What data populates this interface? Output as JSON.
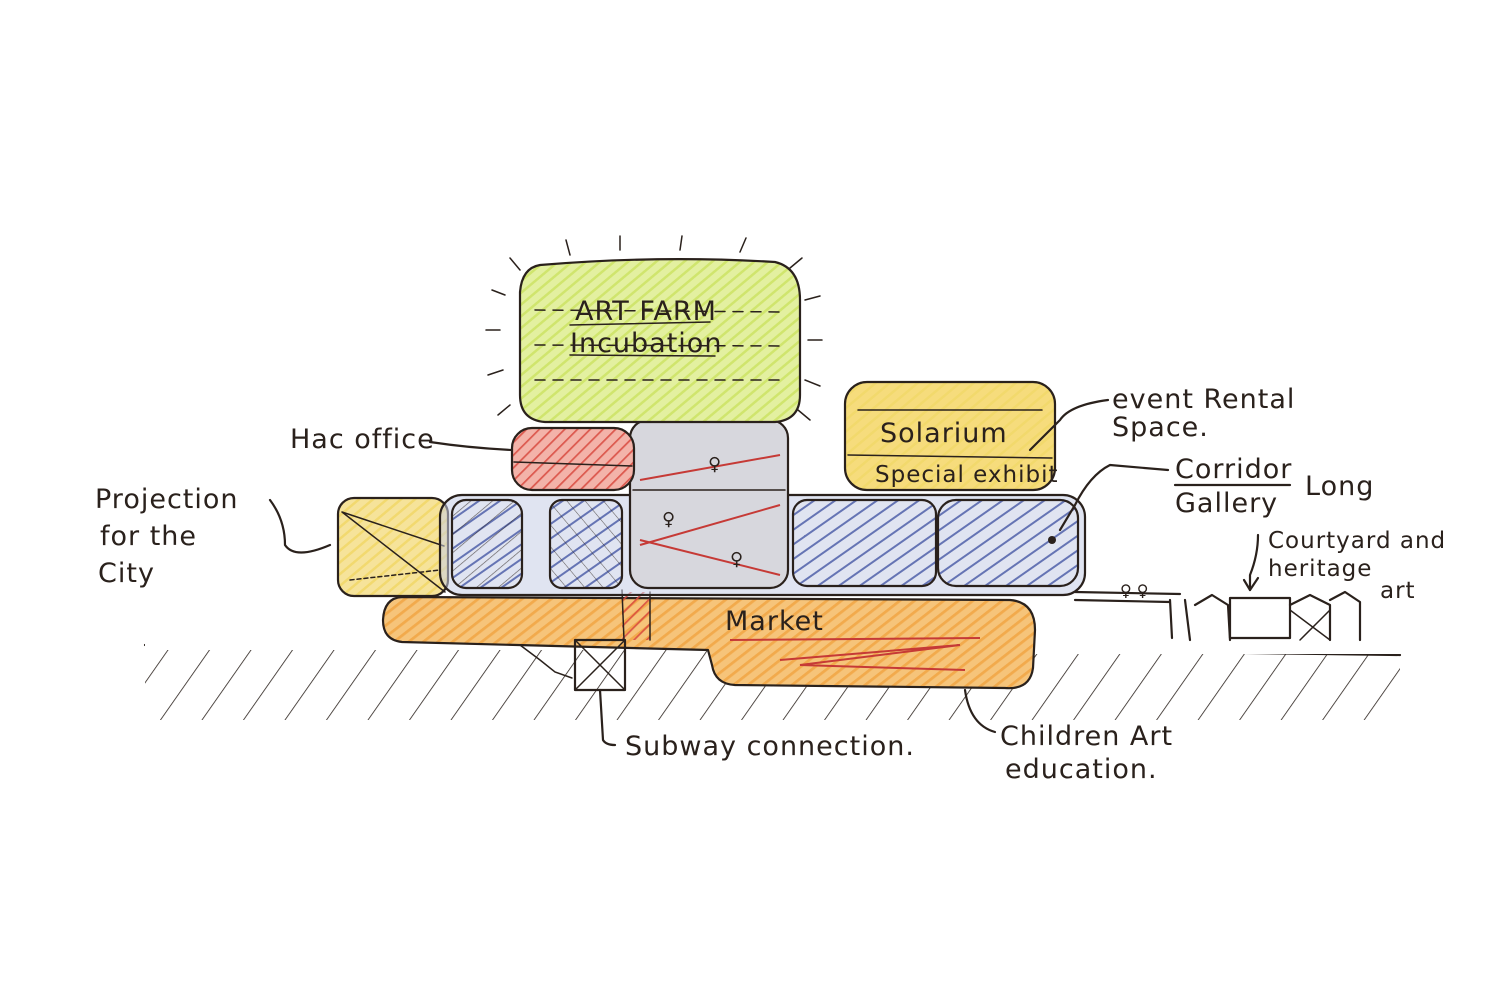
{
  "colors": {
    "paper": "#ffffff",
    "ink": "#2a211c",
    "green": "#cfe56a",
    "yellow": "#f2d86a",
    "orange": "#f2a94a",
    "red": "#d9483e",
    "blue": "#3c4fa0",
    "grey": "#bdbdc4"
  },
  "diagram": {
    "volumes": {
      "art_farm_line1": "ART FARM",
      "art_farm_line2": "Incubation",
      "solarium": "Solarium",
      "special_exhibit": "Special exhibit",
      "market": "Market"
    },
    "annotations": {
      "hac_office": "Hac office",
      "event_rental_line1": "event Rental",
      "event_rental_line2": "Space.",
      "corridor_line1": "Corridor",
      "corridor_line2": "Gallery",
      "long": "Long",
      "projection_line1": "Projection",
      "projection_line2": "for the",
      "projection_line3": "City",
      "courtyard_line1": "Courtyard and",
      "courtyard_line2": "heritage",
      "courtyard_line3": "art",
      "subway": "Subway connection.",
      "children_line1": "Children Art",
      "children_line2": "education."
    }
  }
}
